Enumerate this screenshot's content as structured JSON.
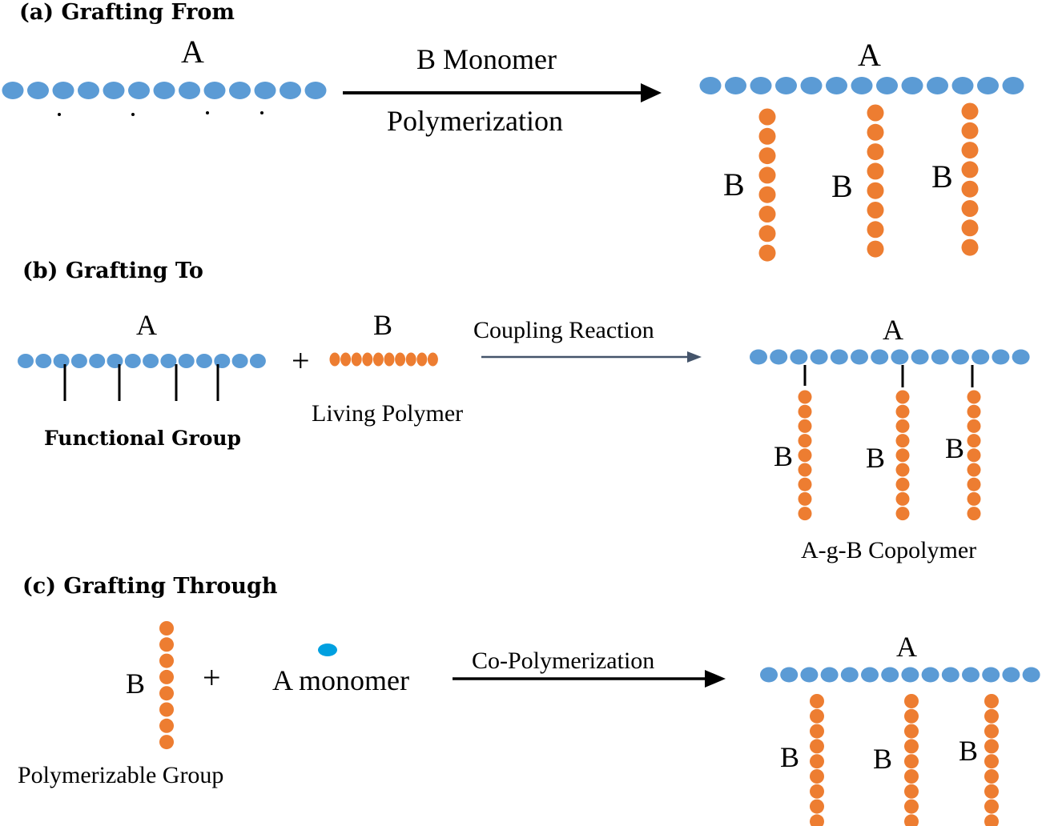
{
  "colors": {
    "monomer_a": "#5b9bd5",
    "monomer_b": "#ed7d31",
    "a_monomer_dot": "#00a0e0",
    "arrow": "#000000",
    "arrow_coupling": "#44546a",
    "linker": "#000000"
  },
  "panel_a": {
    "heading": "(a) Grafting From",
    "chain_label": "A",
    "arrow_top_label": "B Monomer",
    "arrow_bottom_label": "Polymerization",
    "product_chain_label": "A",
    "branch_labels": [
      "B",
      "B",
      "B"
    ]
  },
  "panel_b": {
    "heading": "(b) Grafting To",
    "chain_label": "A",
    "functional_group_label": "Functional Group",
    "plus": "+",
    "living_chain_label": "B",
    "living_polymer_label": "Living Polymer",
    "arrow_label": "Coupling Reaction",
    "product_chain_label": "A",
    "branch_labels": [
      "B",
      "B",
      "B"
    ],
    "product_label": "A-g-B Copolymer"
  },
  "panel_c": {
    "heading": "(c) Grafting Through",
    "macromonomer_label": "B",
    "plus": "+",
    "monomer_label": "A monomer",
    "polymerizable_group_label": "Polymerizable Group",
    "arrow_label": "Co-Polymerization",
    "product_chain_label": "A",
    "branch_labels": [
      "B",
      "B",
      "B"
    ]
  }
}
